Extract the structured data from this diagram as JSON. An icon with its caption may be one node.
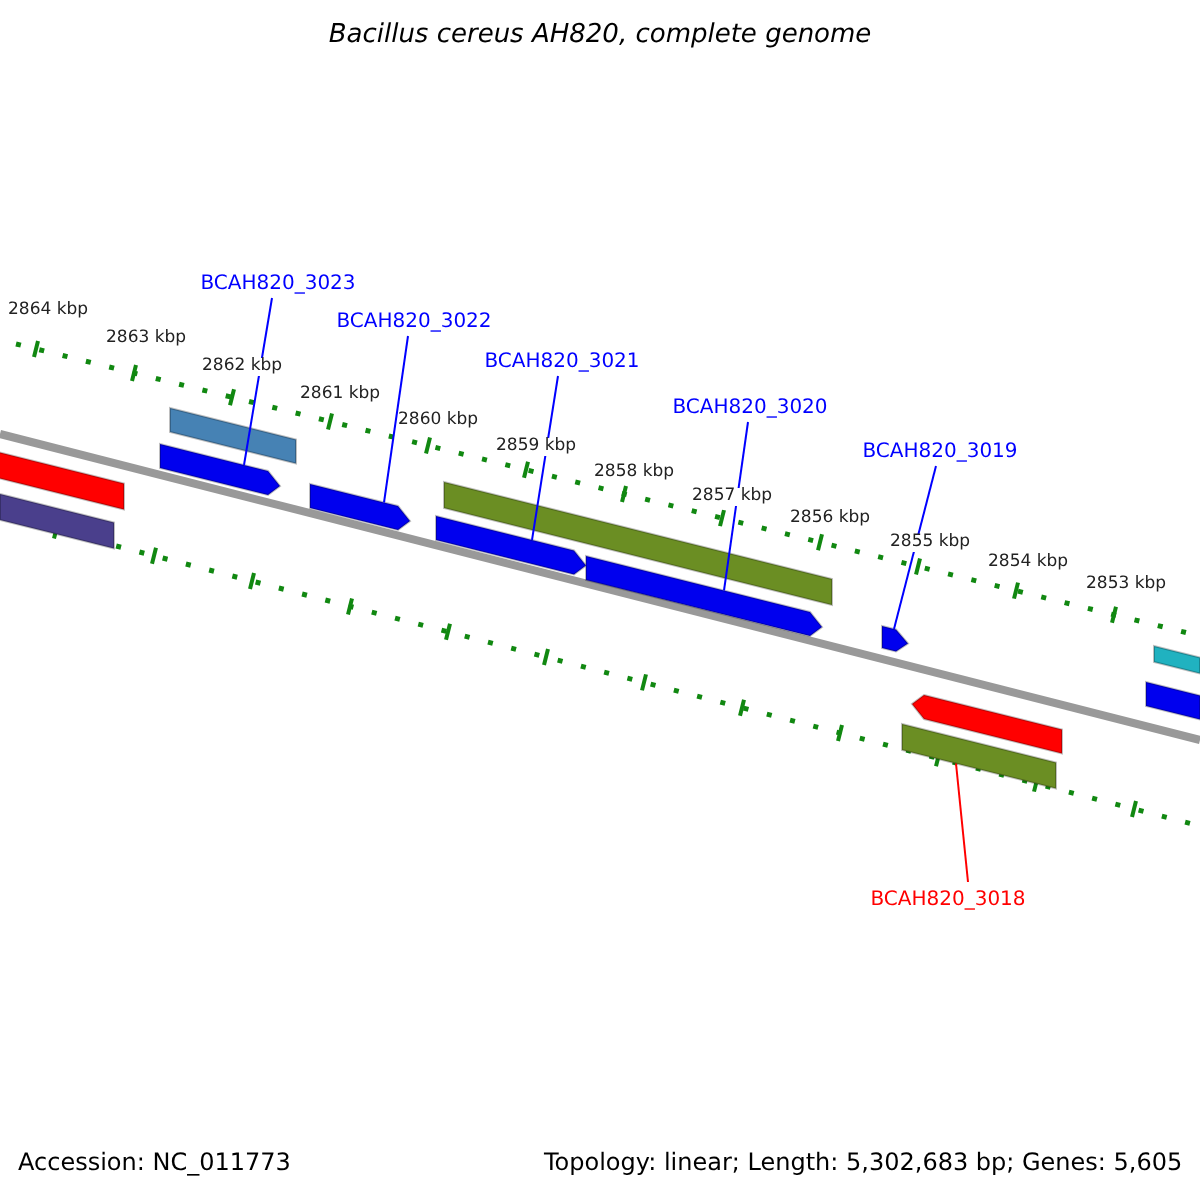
{
  "diagram": {
    "title": "Bacillus cereus AH820, complete genome",
    "nodes": [
      {
        "text": [
          "BCAH820_3023"
        ]
      },
      {
        "text": [
          "BCAH820_3022"
        ]
      },
      {
        "text": [
          "BCAH820_3021"
        ]
      },
      {
        "text": [
          "BCAH820_3020"
        ]
      },
      {
        "text": [
          "BCAH820_3019"
        ]
      },
      {
        "text": [
          "BCAH820_3018"
        ]
      },
      {
        "text": [],
        "shape": "arrow"
      },
      {
        "text": [],
        "shape": "arrow"
      },
      {
        "text": [],
        "shape": "arrow"
      },
      {
        "text": [],
        "shape": "arrow"
      },
      {
        "text": [],
        "shape": "arrow"
      },
      {
        "text": [],
        "shape": "bar"
      },
      {
        "text": [],
        "shape": "bar"
      },
      {
        "text": [],
        "shape": "bar"
      },
      {
        "text": [],
        "shape": "bar"
      },
      {
        "text": [],
        "shape": "bar"
      },
      {
        "text": [],
        "shape": "arrow"
      },
      {
        "text": [],
        "shape": "bar"
      },
      {
        "text": [],
        "shape": "bar"
      }
    ],
    "edges": [
      {
        "from": 0,
        "to": 6,
        "arrow": "none"
      },
      {
        "from": 1,
        "to": 7,
        "arrow": "none"
      },
      {
        "from": 2,
        "to": 8,
        "arrow": "none"
      },
      {
        "from": 3,
        "to": 9,
        "arrow": "none"
      },
      {
        "from": 4,
        "to": 10,
        "arrow": "none"
      },
      {
        "from": 5,
        "to": 11,
        "arrow": "none",
        "color": "#ff0000"
      }
    ],
    "labels": [
      "2864 kbp",
      "2863 kbp",
      "2862 kbp",
      "2861 kbp",
      "2860 kbp",
      "2859 kbp",
      "2858 kbp",
      "2857 kbp",
      "2856 kbp",
      "2855 kbp",
      "2854 kbp",
      "2853 kbp",
      "Accession: NC_011773",
      "Topology: linear; Length: 5,302,683 bp; Genes: 5,605"
    ]
  }
}
